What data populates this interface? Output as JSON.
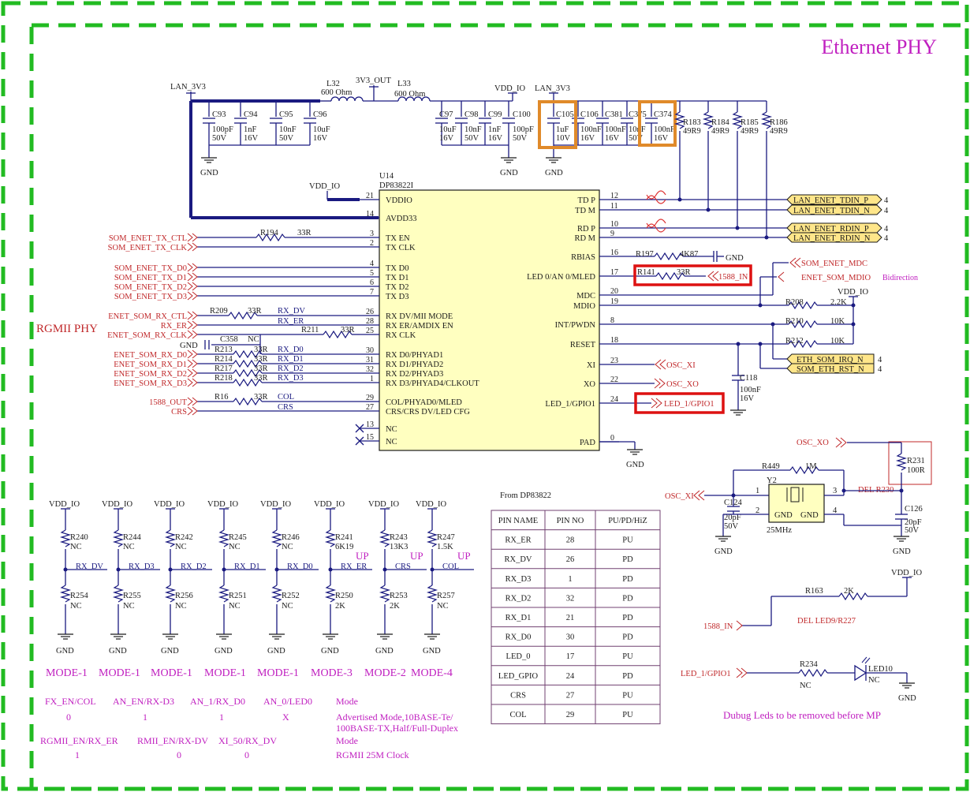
{
  "title": "Ethernet PHY",
  "section_label": "RGMII PHY",
  "ic": {
    "refdes": "U14",
    "part": "DP83822I",
    "left_pins": [
      {
        "num": "21",
        "name": "VDDIO"
      },
      {
        "num": "14",
        "name": "AVDD33"
      },
      {
        "num": "3",
        "name": "TX EN"
      },
      {
        "num": "2",
        "name": "TX CLK"
      },
      {
        "num": "4",
        "name": "TX D0"
      },
      {
        "num": "5",
        "name": "TX D1"
      },
      {
        "num": "6",
        "name": "TX D2"
      },
      {
        "num": "7",
        "name": "TX D3"
      },
      {
        "num": "26",
        "name": "RX DV/MII MODE"
      },
      {
        "num": "28",
        "name": "RX ER/AMDIX EN"
      },
      {
        "num": "25",
        "name": "RX CLK"
      },
      {
        "num": "30",
        "name": "RX D0/PHYAD1"
      },
      {
        "num": "31",
        "name": "RX D1/PHYAD2"
      },
      {
        "num": "32",
        "name": "RX D2/PHYAD3"
      },
      {
        "num": "1",
        "name": "RX D3/PHYAD4/CLKOUT"
      },
      {
        "num": "29",
        "name": "COL/PHYAD0/MLED"
      },
      {
        "num": "27",
        "name": "CRS/CRS DV/LED CFG"
      },
      {
        "num": "13",
        "name": "NC"
      },
      {
        "num": "15",
        "name": "NC"
      }
    ],
    "right_pins": [
      {
        "num": "12",
        "name": "TD P"
      },
      {
        "num": "11",
        "name": "TD M"
      },
      {
        "num": "10",
        "name": "RD P"
      },
      {
        "num": "9",
        "name": "RD M"
      },
      {
        "num": "16",
        "name": "RBIAS"
      },
      {
        "num": "17",
        "name": "LED 0/AN 0/MLED"
      },
      {
        "num": "20",
        "name": "MDC"
      },
      {
        "num": "19",
        "name": "MDIO"
      },
      {
        "num": "8",
        "name": "INT/PWDN"
      },
      {
        "num": "18",
        "name": "RESET"
      },
      {
        "num": "23",
        "name": "XI"
      },
      {
        "num": "22",
        "name": "XO"
      },
      {
        "num": "24",
        "name": "LED_1/GPIO1"
      },
      {
        "num": "0",
        "name": "PAD"
      }
    ]
  },
  "left_signals": [
    "SOM_ENET_TX_CTL",
    "SOM_ENET_TX_CLK",
    "SOM_ENET_TX_D0",
    "SOM_ENET_TX_D1",
    "SOM_ENET_TX_D2",
    "SOM_ENET_TX_D3",
    "ENET_SOM_RX_CTL",
    "RX_ER",
    "ENET_SOM_RX_CLK",
    "ENET_SOM_RX_D0",
    "ENET_SOM_RX_D1",
    "ENET_SOM_RX_D2",
    "ENET_SOM_RX_D3",
    "1588_OUT",
    "CRS"
  ],
  "rx_nets": [
    "RX_DV",
    "RX_ER",
    "RX_D0",
    "RX_D1",
    "RX_D2",
    "RX_D3",
    "COL",
    "CRS"
  ],
  "series_resistors": [
    {
      "ref": "R194",
      "val": "33R"
    },
    {
      "ref": "R209",
      "val": "33R"
    },
    {
      "ref": "R211",
      "val": "33R"
    },
    {
      "ref": "R213",
      "val": "33R"
    },
    {
      "ref": "R214",
      "val": "33R"
    },
    {
      "ref": "R217",
      "val": "33R"
    },
    {
      "ref": "R218",
      "val": "33R"
    },
    {
      "ref": "R16",
      "val": "33R"
    },
    {
      "ref": "C358",
      "val": "NC"
    }
  ],
  "power": {
    "lan": "LAN_3V3",
    "out": "3V3_OUT",
    "vddio": "VDD_IO",
    "gnd": "GND"
  },
  "ferrites": [
    {
      "ref": "L32",
      "val": "600 Ohm"
    },
    {
      "ref": "L33",
      "val": "600 Ohm"
    }
  ],
  "caps_top": [
    {
      "ref": "C93",
      "v1": "100pF",
      "v2": "50V"
    },
    {
      "ref": "C94",
      "v1": "1nF",
      "v2": "16V"
    },
    {
      "ref": "C95",
      "v1": "10nF",
      "v2": "50V"
    },
    {
      "ref": "C96",
      "v1": "10uF",
      "v2": "16V"
    },
    {
      "ref": "C97",
      "v1": "10uF",
      "v2": "16V"
    },
    {
      "ref": "C98",
      "v1": "10nF",
      "v2": "50V"
    },
    {
      "ref": "C99",
      "v1": "1nF",
      "v2": "16V"
    },
    {
      "ref": "C100",
      "v1": "100pF",
      "v2": "50V"
    },
    {
      "ref": "C105",
      "v1": "1uF",
      "v2": "10V"
    },
    {
      "ref": "C106",
      "v1": "100nF",
      "v2": "16V"
    },
    {
      "ref": "C381",
      "v1": "100nF",
      "v2": "16V"
    },
    {
      "ref": "C375",
      "v1": "10nF",
      "v2": "50V"
    },
    {
      "ref": "C374",
      "v1": "100nF",
      "v2": "16V"
    }
  ],
  "termination": [
    {
      "ref": "R183",
      "val": "49R9"
    },
    {
      "ref": "R184",
      "val": "49R9"
    },
    {
      "ref": "R185",
      "val": "49R9"
    },
    {
      "ref": "R186",
      "val": "49R9"
    }
  ],
  "ports": [
    "LAN_ENET_TDIN_P",
    "LAN_ENET_TDIN_N",
    "LAN_ENET_RDIN_P",
    "LAN_ENET_RDIN_N"
  ],
  "port_sheet": "4",
  "right_side": {
    "r197": {
      "ref": "R197",
      "val": "4K87"
    },
    "r141": {
      "ref": "R141",
      "val": "33R",
      "net": "1588_IN"
    },
    "mdc_net": "SOM_ENET_MDC",
    "mdio_net": "ENET_SOM_MDIO",
    "bidir": "Bidirection",
    "r208": {
      "ref": "R208",
      "val": "2.2K"
    },
    "r210": {
      "ref": "R210",
      "val": "10K"
    },
    "r212": {
      "ref": "R212",
      "val": "10K"
    },
    "irq": "ETH_SOM_IRQ_N",
    "rst": "SOM_ETH_RST_N",
    "osc_xi": "OSC_XI",
    "osc_xo": "OSC_XO",
    "c118": {
      "ref": "C118",
      "v1": "100nF",
      "v2": "16V"
    },
    "led1": "LED_1/GPIO1"
  },
  "crystal": {
    "r449": {
      "ref": "R449",
      "val": "1M"
    },
    "y2": {
      "ref": "Y2",
      "freq": "25MHz",
      "p1": "1",
      "p2": "2",
      "p3": "3",
      "p4": "4",
      "gnd": "GND"
    },
    "c124": {
      "ref": "C124",
      "v1": "20pF",
      "v2": "50V"
    },
    "c126": {
      "ref": "C126",
      "v1": "20pF",
      "v2": "50V"
    },
    "r231": {
      "ref": "R231",
      "val": "100R"
    },
    "note": "DEL R230"
  },
  "debug": {
    "r163": {
      "ref": "R163",
      "val": "2K"
    },
    "note1": "DEL LED9/R227",
    "r234": {
      "ref": "R234",
      "val": "NC"
    },
    "led10": {
      "ref": "LED10",
      "val": "NC"
    },
    "note2": "Dubug Leds to be removed before MP"
  },
  "strap": {
    "from": "From DP83822",
    "columns": [
      {
        "top": {
          "ref": "R240",
          "val": "NC"
        },
        "bottom": {
          "ref": "R254",
          "val": "NC"
        },
        "net": "RX_DV",
        "up": "",
        "mode": "MODE-1"
      },
      {
        "top": {
          "ref": "R244",
          "val": "NC"
        },
        "bottom": {
          "ref": "R255",
          "val": "NC"
        },
        "net": "RX_D3",
        "up": "",
        "mode": "MODE-1"
      },
      {
        "top": {
          "ref": "R242",
          "val": "NC"
        },
        "bottom": {
          "ref": "R256",
          "val": "NC"
        },
        "net": "RX_D2",
        "up": "",
        "mode": "MODE-1"
      },
      {
        "top": {
          "ref": "R245",
          "val": "NC"
        },
        "bottom": {
          "ref": "R251",
          "val": "NC"
        },
        "net": "RX_D1",
        "up": "",
        "mode": "MODE-1"
      },
      {
        "top": {
          "ref": "R246",
          "val": "NC"
        },
        "bottom": {
          "ref": "R252",
          "val": "NC"
        },
        "net": "RX_D0",
        "up": "",
        "mode": "MODE-1"
      },
      {
        "top": {
          "ref": "R241",
          "val": "6K19"
        },
        "bottom": {
          "ref": "R250",
          "val": "2K"
        },
        "net": "RX_ER",
        "up": "UP",
        "mode": "MODE-3"
      },
      {
        "top": {
          "ref": "R243",
          "val": "13K3"
        },
        "bottom": {
          "ref": "R253",
          "val": "2K"
        },
        "net": "CRS",
        "up": "UP",
        "mode": "MODE-2"
      },
      {
        "top": {
          "ref": "R247",
          "val": "1.5K"
        },
        "bottom": {
          "ref": "R257",
          "val": "NC"
        },
        "net": "COL",
        "up": "UP",
        "mode": "MODE-4"
      }
    ],
    "config_row1_headers": [
      "FX_EN/COL",
      "AN_EN/RX-D3",
      "AN_1/RX_D0",
      "AN_0/LED0",
      "Mode"
    ],
    "config_row1_values": [
      "0",
      "1",
      "1",
      "X"
    ],
    "config_row1_mode": [
      "Advertised Mode,10BASE-Te/",
      "100BASE-TX,Half/Full-Duplex"
    ],
    "config_row2_headers": [
      "RGMII_EN/RX_ER",
      "RMII_EN/RX-DV",
      "XI_50/RX_DV",
      "Mode"
    ],
    "config_row2_values": [
      "1",
      "0",
      "0"
    ],
    "config_row2_mode": "RGMII 25M Clock"
  },
  "pin_table": {
    "headers": [
      "PIN NAME",
      "PIN NO",
      "PU/PD/HiZ"
    ],
    "rows": [
      [
        "RX_ER",
        "28",
        "PU"
      ],
      [
        "RX_DV",
        "26",
        "PD"
      ],
      [
        "RX_D3",
        "1",
        "PD"
      ],
      [
        "RX_D2",
        "32",
        "PD"
      ],
      [
        "RX_D1",
        "21",
        "PD"
      ],
      [
        "RX_D0",
        "30",
        "PD"
      ],
      [
        "LED_0",
        "17",
        "PU"
      ],
      [
        "LED_GPIO",
        "24",
        "PD"
      ],
      [
        "CRS",
        "27",
        "PU"
      ],
      [
        "COL",
        "29",
        "PU"
      ]
    ]
  },
  "colors": {
    "border": "#22bb22",
    "wire": "#1a1a80",
    "signal": "#c0282a",
    "magenta": "#c020c0",
    "chip": "#ffffc0",
    "highlight_red": "#dd1111",
    "highlight_orange": "#e08a2a"
  }
}
